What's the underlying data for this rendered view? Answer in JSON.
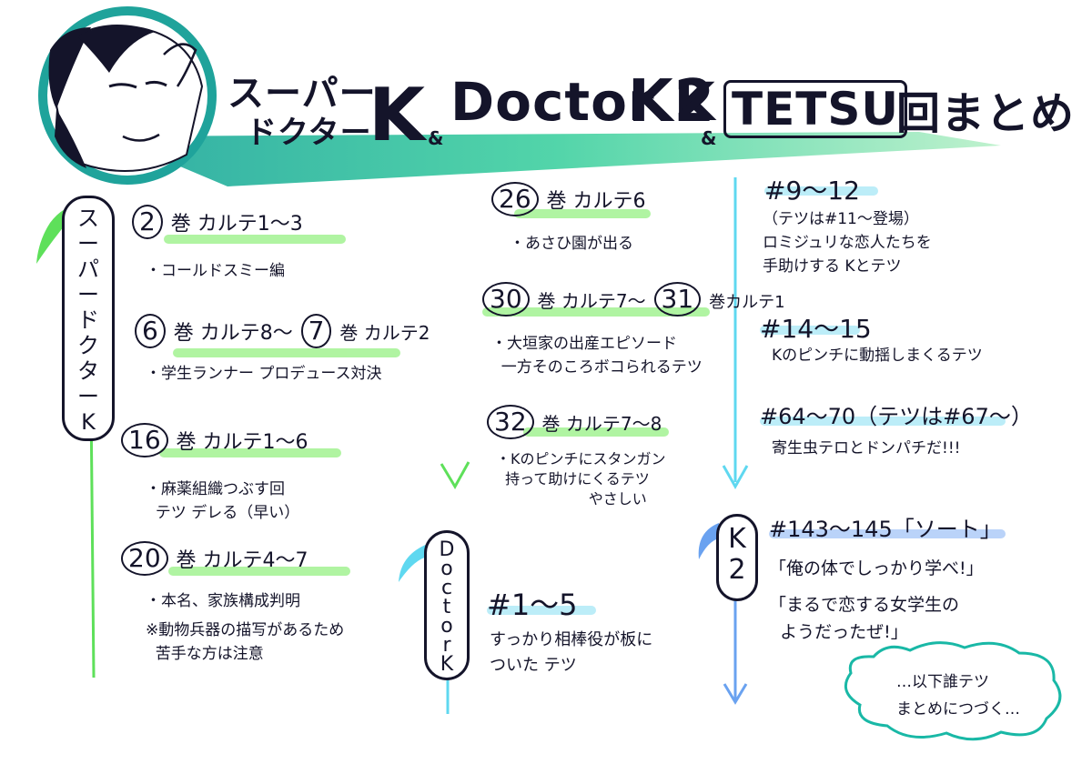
{
  "title": {
    "super_line1": "スーパー",
    "super_line2": "ドクター",
    "k": "K",
    "amp1": "&",
    "doctor_k": "Doctor K",
    "amp2": "&",
    "k2": "K2",
    "tetsu": "TETSU",
    "suffix": "回まとめ"
  },
  "sections": {
    "super_label": [
      "ス",
      "ー",
      "パ",
      "ー",
      "ド",
      "ク",
      "タ",
      "ー",
      "K"
    ],
    "doctor_label": [
      "D",
      "o",
      "c",
      "t",
      "o",
      "r",
      "K"
    ],
    "k2_label": [
      "K",
      "2"
    ]
  },
  "col1": {
    "e1_vol": "2",
    "e1_rest": "巻 カルテ1〜3",
    "e1_note": "・コールドスミー編",
    "e2_vol_a": "6",
    "e2_mid": "巻 カルテ8〜",
    "e2_vol_b": "7",
    "e2_rest": "巻 カルテ2",
    "e2_note": "・学生ランナー プロデュース対決",
    "e3_vol": "16",
    "e3_rest": "巻 カルテ1〜6",
    "e3_note": "・麻薬組織つぶす回\n  テツ デレる（早い）",
    "e4_vol": "20",
    "e4_rest": "巻 カルテ4〜7",
    "e4_note": "・本名、家族構成判明",
    "e4_warn": "※動物兵器の描写があるため\n  苦手な方は注意"
  },
  "col2": {
    "e1_vol": "26",
    "e1_rest": "巻 カルテ6",
    "e1_note": "・あさひ園が出る",
    "e2_vol_a": "30",
    "e2_mid": "巻 カルテ7〜",
    "e2_vol_b": "31",
    "e2_rest": "巻カルテ1",
    "e2_note": "・大垣家の出産エピソード\n  一方そのころボコられるテツ",
    "e3_vol": "32",
    "e3_rest": "巻 カルテ7〜8",
    "e3_note": "・Kのピンチにスタンガン\n  持って助けにくるテツ\n                    やさしい",
    "dk_ep": "#1〜5",
    "dk_note": "すっかり相棒役が板に\nついた テツ"
  },
  "col3": {
    "e1_ep": "#9〜12",
    "e1_note": "（テツは#11〜登場）\nロミジュリな恋人たちを\n手助けする Kとテツ",
    "e2_ep": "#14〜15",
    "e2_note": "Kのピンチに動揺しまくるテツ",
    "e3_ep": "#64〜70（テツは#67〜）",
    "e3_note": "寄生虫テロとドンパチだ!!!",
    "e4_ep": "#143〜145「ソート」",
    "e4_q1": "「俺の体でしっかり学べ!」",
    "e4_q2": "「まるで恋する女学生の\n  ようだったぜ!」",
    "footer": "…以下誰テツ\nまとめにつづく…"
  },
  "colors": {
    "green": "#5ee05a",
    "teal": "#19b8a6",
    "cyan": "#5fd8f0",
    "blue": "#6aa2f0",
    "ink": "#14142a"
  }
}
